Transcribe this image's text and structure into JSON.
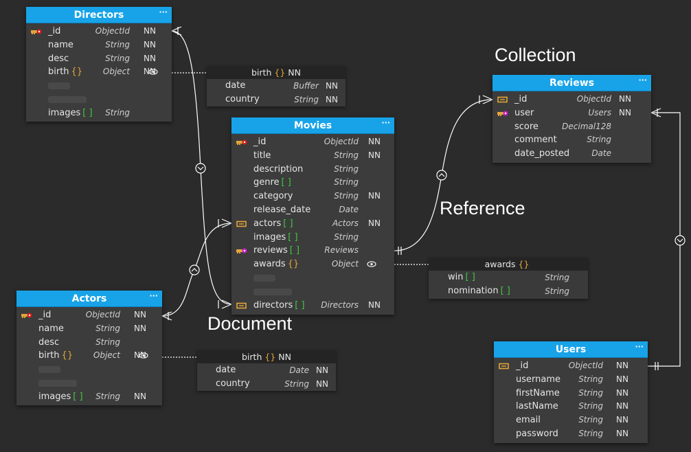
{
  "entities": {
    "directors": {
      "title": "Directors",
      "fields": [
        {
          "name": "_id",
          "type": "ObjectId",
          "nn": "NN",
          "key": "pk"
        },
        {
          "name": "name",
          "type": "String",
          "nn": "NN"
        },
        {
          "name": "desc",
          "type": "String",
          "nn": "NN"
        },
        {
          "name": "birth",
          "suffix": "{}",
          "type": "Object",
          "nn": "NN",
          "eye": true
        },
        {
          "name": "images",
          "suffix": "[ ]",
          "type": "String",
          "nn": ""
        }
      ]
    },
    "movies": {
      "title": "Movies",
      "fields": [
        {
          "name": "_id",
          "type": "ObjectId",
          "nn": "NN",
          "key": "pk"
        },
        {
          "name": "title",
          "type": "String",
          "nn": "NN"
        },
        {
          "name": "description",
          "type": "String",
          "nn": ""
        },
        {
          "name": "genre",
          "suffix": "[ ]",
          "type": "String",
          "nn": ""
        },
        {
          "name": "category",
          "type": "String",
          "nn": "NN"
        },
        {
          "name": "release_date",
          "type": "Date",
          "nn": ""
        },
        {
          "name": "actors",
          "suffix": "[ ]",
          "type": "Actors",
          "nn": "NN",
          "key": "fk"
        },
        {
          "name": "images",
          "suffix": "[ ]",
          "type": "String",
          "nn": ""
        },
        {
          "name": "reviews",
          "suffix": "[ ]",
          "type": "Reviews",
          "nn": "",
          "key": "pfk"
        },
        {
          "name": "awards",
          "suffix": "{}",
          "type": "Object",
          "nn": "",
          "eye": true
        },
        {
          "name": "directors",
          "suffix": "[ ]",
          "type": "Directors",
          "nn": "NN",
          "key": "fk"
        }
      ]
    },
    "actors": {
      "title": "Actors",
      "fields": [
        {
          "name": "_id",
          "type": "ObjectId",
          "nn": "NN",
          "key": "pk"
        },
        {
          "name": "name",
          "type": "String",
          "nn": "NN"
        },
        {
          "name": "desc",
          "type": "String",
          "nn": ""
        },
        {
          "name": "birth",
          "suffix": "{}",
          "type": "Object",
          "nn": "NN",
          "eye": true
        },
        {
          "name": "images",
          "suffix": "[ ]",
          "type": "String",
          "nn": "NN"
        }
      ]
    },
    "reviews": {
      "title": "Reviews",
      "fields": [
        {
          "name": "_id",
          "type": "ObjectId",
          "nn": "NN",
          "key": "fk"
        },
        {
          "name": "user",
          "type": "Users",
          "nn": "NN",
          "key": "pfk"
        },
        {
          "name": "score",
          "type": "Decimal128",
          "nn": ""
        },
        {
          "name": "comment",
          "type": "String",
          "nn": ""
        },
        {
          "name": "date_posted",
          "type": "Date",
          "nn": ""
        }
      ]
    },
    "users": {
      "title": "Users",
      "fields": [
        {
          "name": "_id",
          "type": "ObjectId",
          "nn": "NN",
          "key": "fk"
        },
        {
          "name": "username",
          "type": "String",
          "nn": "NN"
        },
        {
          "name": "firstName",
          "type": "String",
          "nn": "NN"
        },
        {
          "name": "lastName",
          "type": "String",
          "nn": "NN"
        },
        {
          "name": "email",
          "type": "String",
          "nn": "NN"
        },
        {
          "name": "password",
          "type": "String",
          "nn": "NN"
        }
      ]
    }
  },
  "subdocs": {
    "directors_birth": {
      "name": "birth",
      "braces": "{}",
      "nn": "NN",
      "fields": [
        {
          "name": "date",
          "type": "Buffer",
          "nn": "NN"
        },
        {
          "name": "country",
          "type": "String",
          "nn": "NN"
        }
      ]
    },
    "movies_awards": {
      "name": "awards",
      "braces": "{}",
      "nn": "",
      "fields": [
        {
          "name": "win",
          "suffix": "[ ]",
          "type": "String",
          "nn": ""
        },
        {
          "name": "nomination",
          "suffix": "[ ]",
          "type": "String",
          "nn": ""
        }
      ]
    },
    "actors_birth": {
      "name": "birth",
      "braces": "{}",
      "nn": "NN",
      "fields": [
        {
          "name": "date",
          "type": "Date",
          "nn": "NN"
        },
        {
          "name": "country",
          "type": "String",
          "nn": "NN"
        }
      ]
    }
  },
  "annotations": {
    "collection": "Collection",
    "reference": "Reference",
    "document": "Document"
  },
  "menu_glyph": "···",
  "colors": {
    "background": "#2b2b2b",
    "header": "#18a3e8",
    "body": "#3c3c3c",
    "connector": "#ffffff",
    "array_bracket": "#3fc93f",
    "object_brace": "#e3a63a"
  }
}
